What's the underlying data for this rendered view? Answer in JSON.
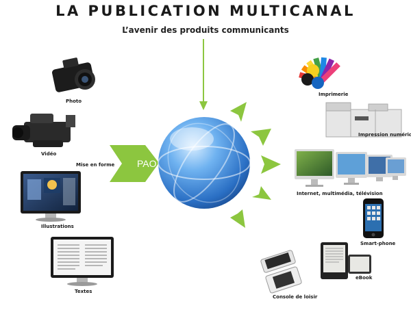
{
  "title": "LA PUBLICATION MULTICANAL",
  "subtitle": "L’avenir des produits communicants",
  "center": {
    "process_label": "Mise en forme",
    "process_badge": "PAO"
  },
  "inputs": [
    {
      "label": "Photo",
      "icon": "camera-icon"
    },
    {
      "label": "Vidéo",
      "icon": "video-camera-icon"
    },
    {
      "label": "Illustrations",
      "icon": "monitor-icon"
    },
    {
      "label": "Textes",
      "icon": "monitor-text-icon"
    }
  ],
  "outputs": [
    {
      "label": "Imprimerie",
      "icon": "color-swatch-icon"
    },
    {
      "label": "Impression numérique",
      "icon": "printer-icon"
    },
    {
      "label": "Internet, multimédia, télévision",
      "icon": "computers-icon"
    },
    {
      "label": "Smart-phone",
      "icon": "smartphone-icon"
    },
    {
      "label": "eBook",
      "icon": "ebook-icon"
    },
    {
      "label": "Console de loisir",
      "icon": "game-console-icon"
    }
  ],
  "colors": {
    "arrow": "#8cc63f",
    "globe": "#3a86d6",
    "text": "#1a1a1a"
  }
}
